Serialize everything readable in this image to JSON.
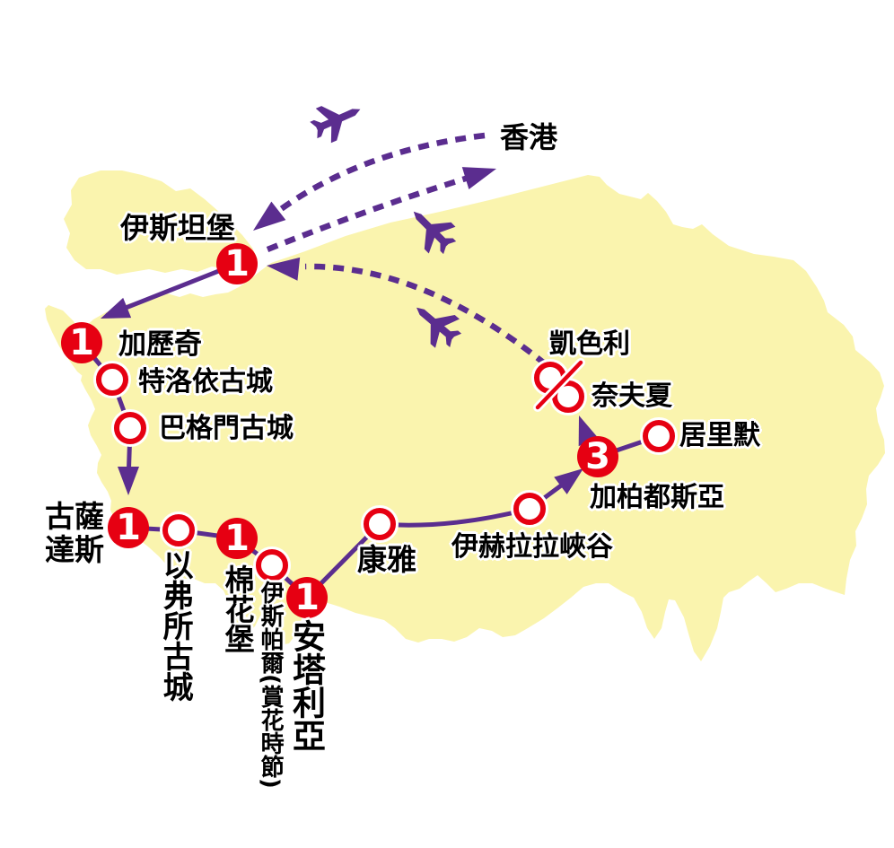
{
  "hub": {
    "label": "香港"
  },
  "stops": [
    {
      "id": "istanbul",
      "label": "伊斯坦堡",
      "nights": "1"
    },
    {
      "id": "gelibolu",
      "label": "加歷奇",
      "nights": "1"
    },
    {
      "id": "troy",
      "label": "特洛依古城"
    },
    {
      "id": "pergamon",
      "label": "巴格門古城"
    },
    {
      "id": "kusadasi",
      "label": "古薩\n達斯",
      "nights": "1"
    },
    {
      "id": "ephesus",
      "label": "以弗所古城"
    },
    {
      "id": "pamukkale",
      "label": "棉花堡",
      "nights": "1"
    },
    {
      "id": "isparta",
      "label": "伊斯帕爾(賞花時節)"
    },
    {
      "id": "antalya",
      "label": "安塔利亞",
      "nights": "1"
    },
    {
      "id": "konya",
      "label": "康雅"
    },
    {
      "id": "ihlara",
      "label": "伊赫拉拉峽谷"
    },
    {
      "id": "cappadocia",
      "label": "加柏都斯亞",
      "nights": "3"
    },
    {
      "id": "goreme",
      "label": "居里默"
    },
    {
      "id": "nevsehir",
      "label": "奈夫夏"
    },
    {
      "id": "kayseri",
      "label": "凱色利"
    }
  ],
  "colors": {
    "land": "#FAF4AE",
    "sea": "#FFFFFF",
    "route_purple": "#5B2D8F",
    "stop_red": "#E60012"
  }
}
